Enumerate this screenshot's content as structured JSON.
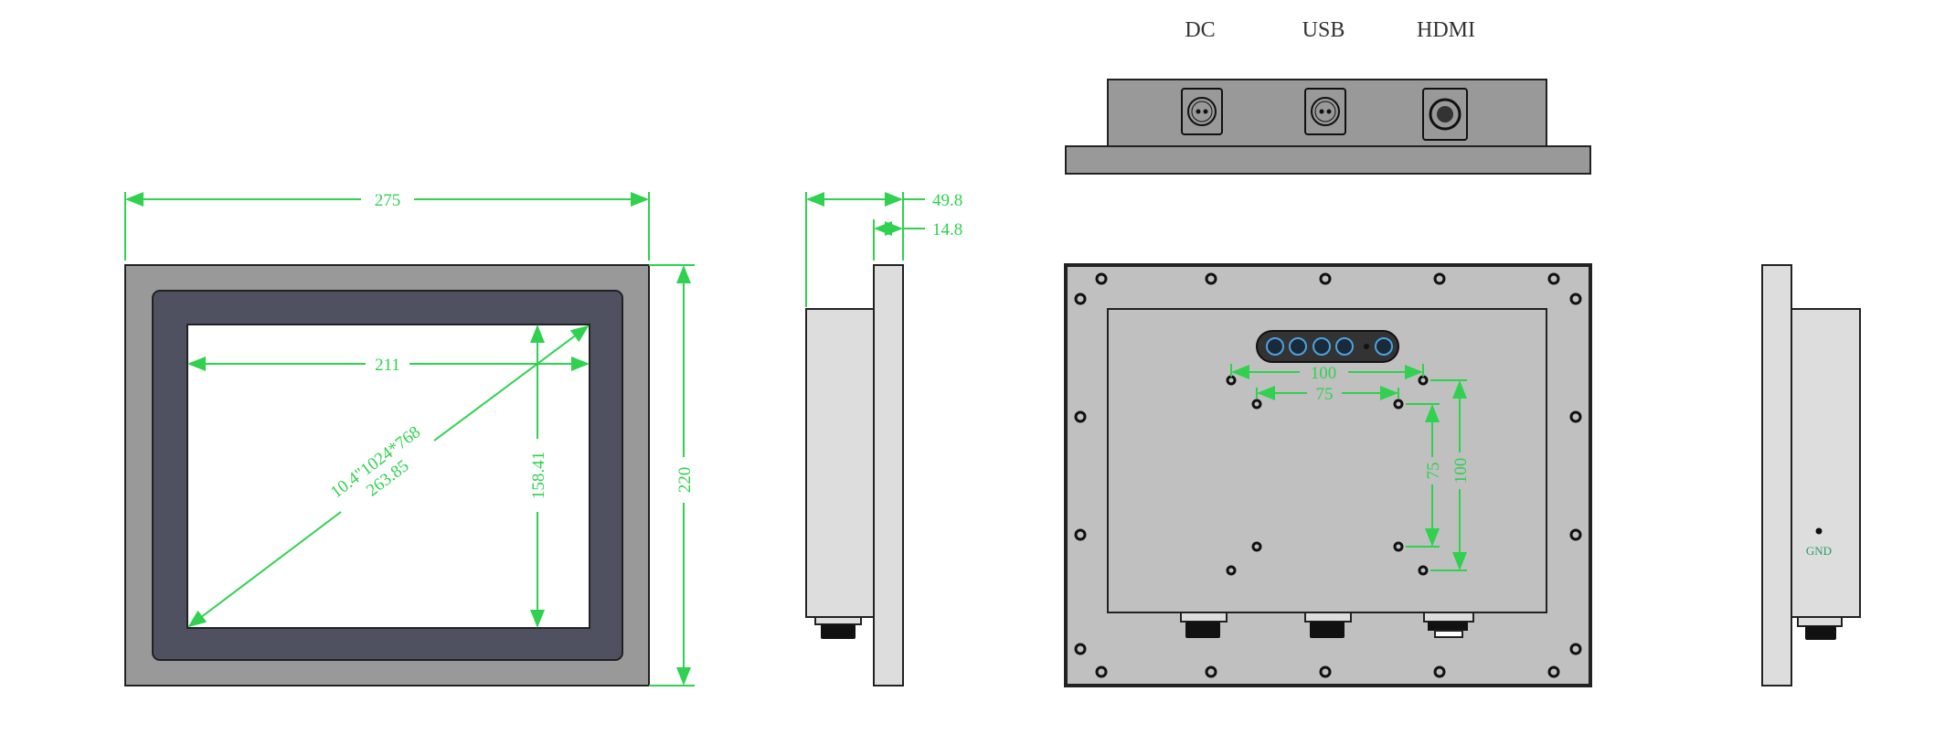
{
  "colors": {
    "dimension": "#2fd14f",
    "frame": "#999999",
    "bezel": "#4f5160",
    "rear": "#c0c0c0",
    "side": "#dddddd",
    "button_glow": "#4aa3e0"
  },
  "top_view": {
    "ports": [
      "DC",
      "USB",
      "HDMI"
    ]
  },
  "front_view": {
    "width": "275",
    "height": "220",
    "screen_width": "211",
    "screen_height": "158.41",
    "diagonal_spec": "10.4\"1024*768",
    "diagonal": "263.85"
  },
  "side_view": {
    "depth_total": "49.8",
    "depth_front": "14.8"
  },
  "rear_view": {
    "vesa_large_h": "100",
    "vesa_small_h": "75",
    "vesa_small_v": "75",
    "vesa_large_v": "100",
    "buttons": [
      "power-icon",
      "down-icon",
      "up-icon",
      "menu-icon",
      "led-indicator",
      "auto-icon"
    ]
  },
  "right_view": {
    "ground_label": "GND"
  }
}
